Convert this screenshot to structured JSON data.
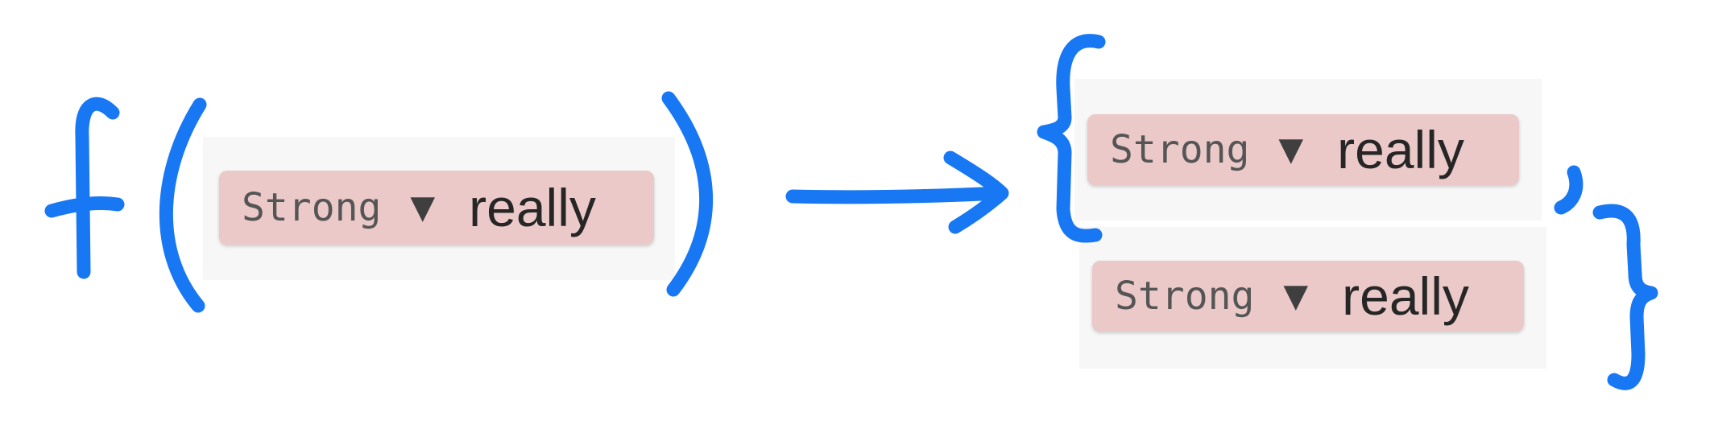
{
  "function_symbol": "f",
  "token": {
    "tag": "Strong",
    "dropdown_glyph": "▼",
    "word": "really"
  },
  "ink_color": "#1877f2"
}
